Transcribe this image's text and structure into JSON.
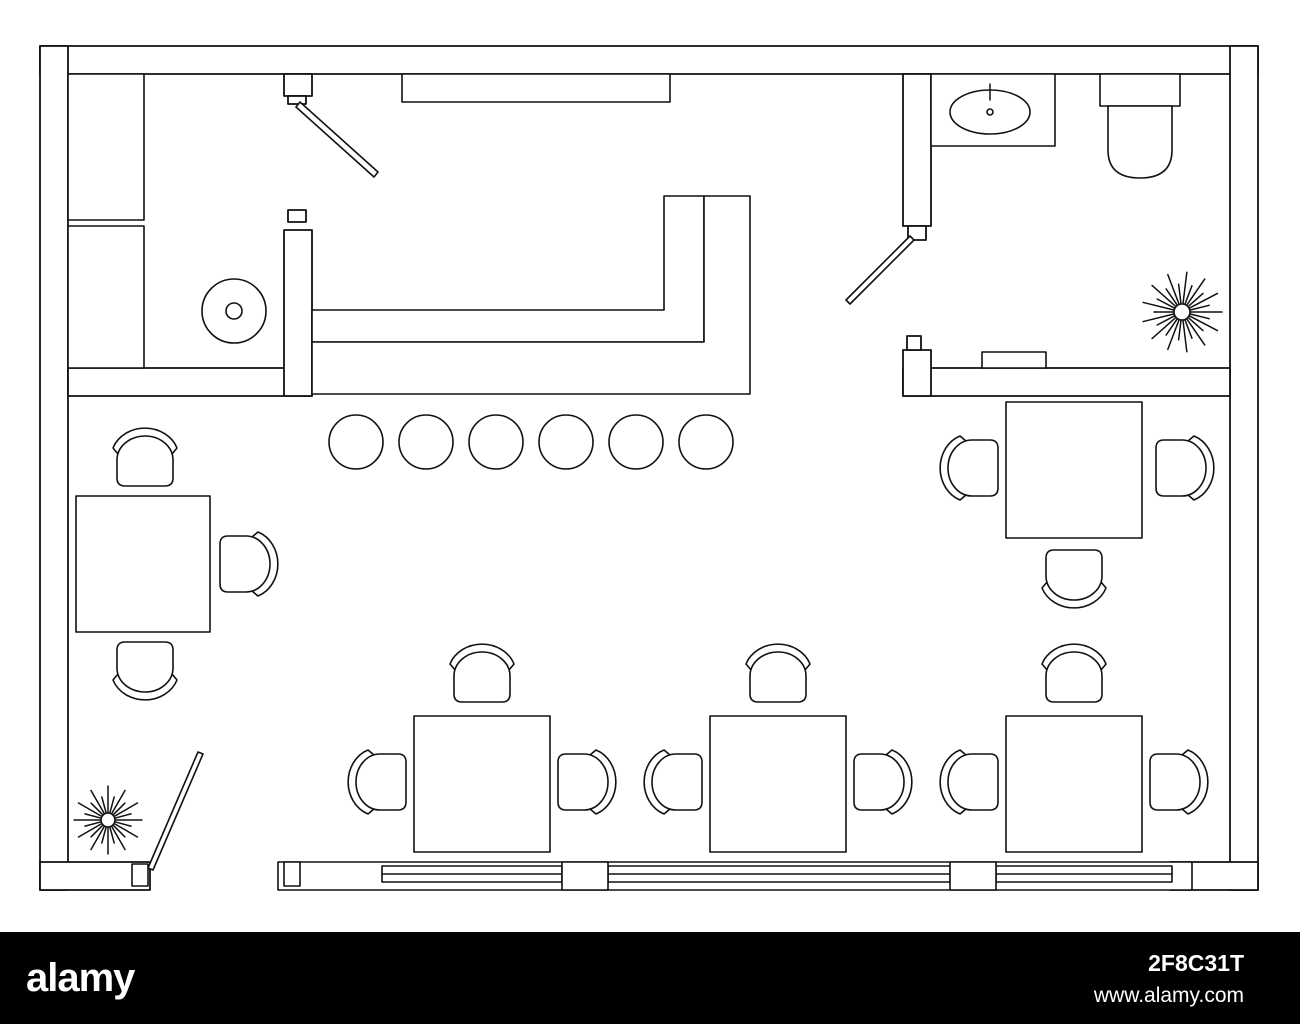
{
  "drawing": {
    "icons": [
      "sink-icon",
      "toilet-icon",
      "plant-icon",
      "round-table-icon",
      "bar-stool-icon",
      "chair-icon",
      "table-icon",
      "door-icon"
    ],
    "stroke_color": "#111111",
    "background_color": "#ffffff"
  },
  "footer": {
    "logo": "alamy",
    "image_id": "2F8C31T",
    "site": "www.alamy.com",
    "background_color": "#000000",
    "text_color": "#ffffff"
  }
}
